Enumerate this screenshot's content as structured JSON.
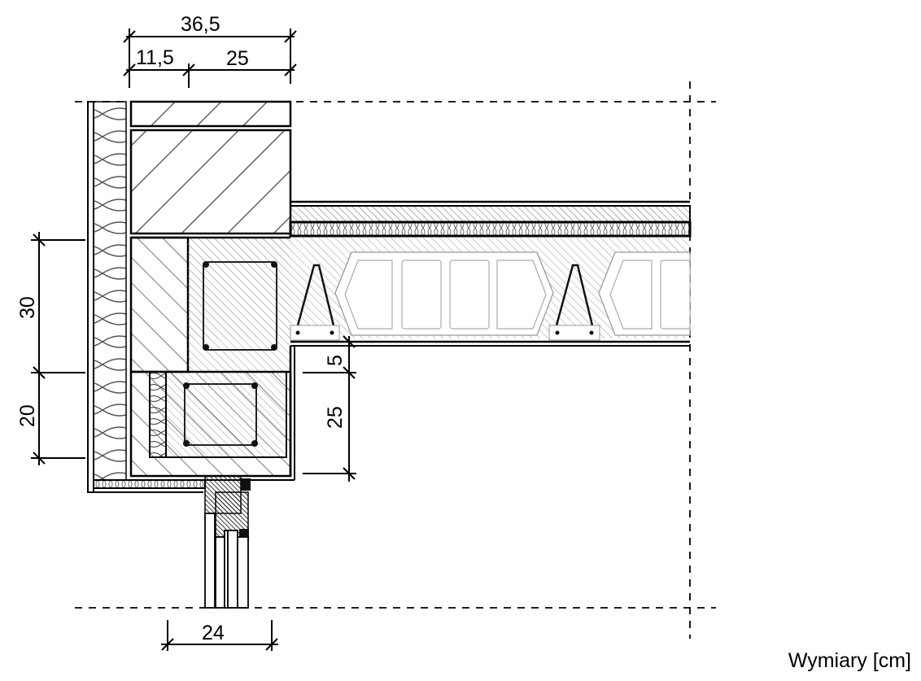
{
  "drawing": {
    "type": "construction section detail",
    "subject": "external wall / floor slab junction with lintel over window",
    "units_label": "Wymiary [cm]",
    "colors": {
      "line": "#000000",
      "hatch": "#555555",
      "concrete_hatch": "#9a9a9a",
      "background": "#ffffff"
    }
  },
  "dimensions": {
    "top_total": "36,5",
    "top_left": "11,5",
    "top_right": "25",
    "left_upper": "30",
    "left_lower": "20",
    "right_small": "5",
    "right_large": "25",
    "bottom_window": "24"
  },
  "components": [
    {
      "name": "thermal-insulation-layer",
      "label": "insulation (wavy hatch)"
    },
    {
      "name": "masonry-wall-upper",
      "label": "brick wall"
    },
    {
      "name": "floor-finish-layers",
      "label": "floor screed + acoustic insulation"
    },
    {
      "name": "ceiling-slab",
      "label": "beam-and-block ceiling slab with hollow blocks"
    },
    {
      "name": "ring-beam",
      "label": "reinforced concrete ring beam"
    },
    {
      "name": "lintel",
      "label": "reinforced concrete lintel"
    },
    {
      "name": "window-frame",
      "label": "window frame"
    }
  ]
}
